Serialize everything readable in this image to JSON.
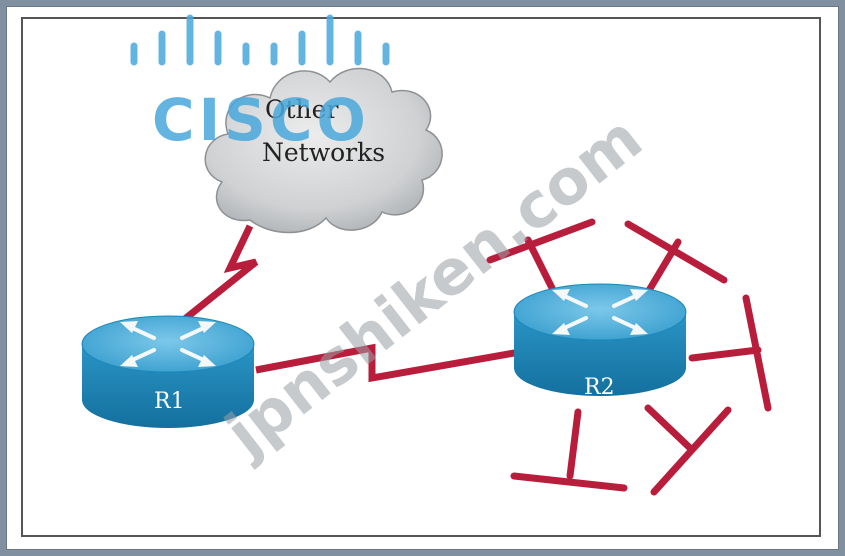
{
  "logo": {
    "text": "CISCO",
    "color": "#4aa8dc"
  },
  "cloud": {
    "line1": "Other",
    "line2": "Networks"
  },
  "routers": [
    {
      "label": "R1"
    },
    {
      "label": "R2"
    }
  ],
  "watermark": {
    "text": "jpnshiken.com"
  },
  "colors": {
    "router_top": "#4aaed8",
    "router_side": "#1d86b8",
    "serial_link": "#b81e3c",
    "ethernet": "#b81e3c",
    "cloud_fill": "#d2d4d6"
  }
}
